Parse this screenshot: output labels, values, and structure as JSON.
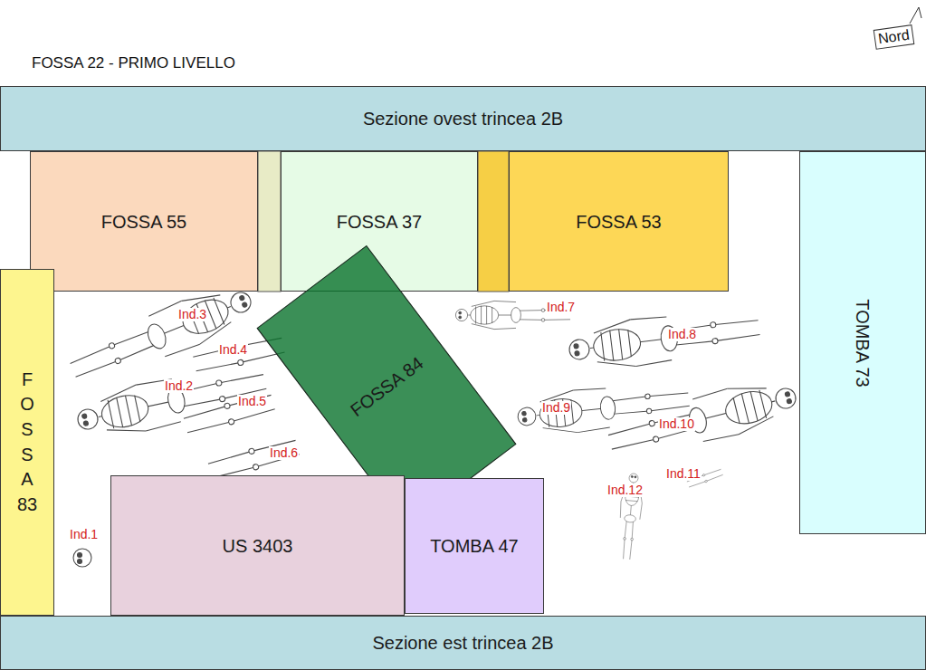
{
  "diagram": {
    "title": "FOSSA 22 - PRIMO LIVELLO",
    "nodes": [
      {
        "text": [
          "Sezione ovest trincea 2B"
        ]
      },
      {
        "text": [
          "FOSSA 55"
        ]
      },
      {
        "text": [
          "FOSSA 37"
        ]
      },
      {
        "text": [
          "FOSSA 53"
        ]
      },
      {
        "text": [
          "TOMBA 73"
        ]
      },
      {
        "text": [
          "FOSSA 83"
        ]
      },
      {
        "text": [
          "FOSSA 84"
        ]
      },
      {
        "text": [
          "US 3403"
        ]
      },
      {
        "text": [
          "TOMBA 47"
        ]
      },
      {
        "text": [
          "Sezione est trincea 2B"
        ]
      }
    ],
    "labels": [
      "Nord",
      "Ind.1",
      "Ind.2",
      "Ind.3",
      "Ind.4",
      "Ind.5",
      "Ind.6",
      "Ind.7",
      "Ind.8",
      "Ind.9",
      "Ind.10",
      "Ind.11",
      "Ind.12"
    ]
  }
}
